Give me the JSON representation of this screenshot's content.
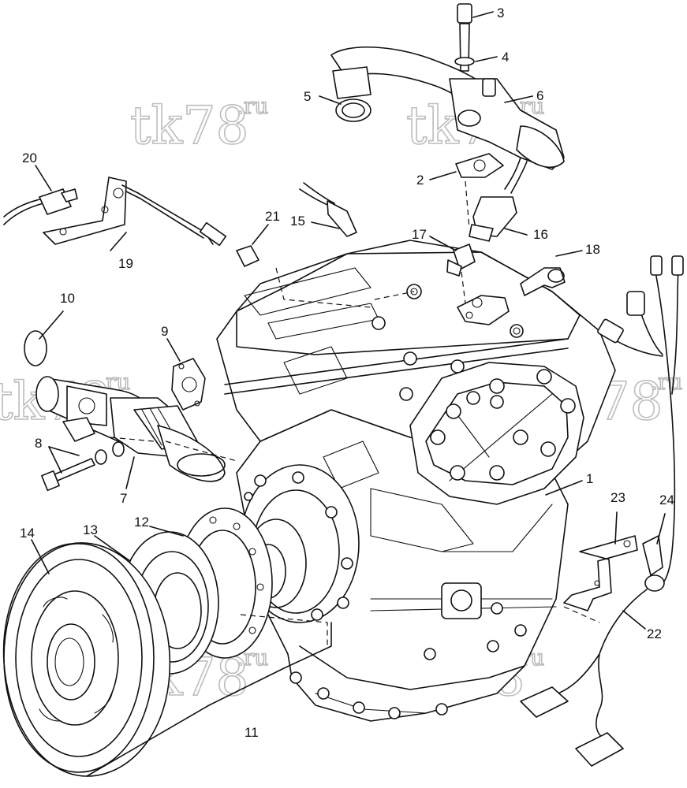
{
  "callouts": [
    {
      "id": "c1",
      "label": "1"
    },
    {
      "id": "c2",
      "label": "2"
    },
    {
      "id": "c3",
      "label": "3"
    },
    {
      "id": "c4",
      "label": "4"
    },
    {
      "id": "c5",
      "label": "5"
    },
    {
      "id": "c6",
      "label": "6"
    },
    {
      "id": "c7",
      "label": "7"
    },
    {
      "id": "c8",
      "label": "8"
    },
    {
      "id": "c9",
      "label": "9"
    },
    {
      "id": "c10",
      "label": "10"
    },
    {
      "id": "c11",
      "label": "11"
    },
    {
      "id": "c12",
      "label": "12"
    },
    {
      "id": "c13",
      "label": "13"
    },
    {
      "id": "c14",
      "label": "14"
    },
    {
      "id": "c15",
      "label": "15"
    },
    {
      "id": "c16",
      "label": "16"
    },
    {
      "id": "c17",
      "label": "17"
    },
    {
      "id": "c18",
      "label": "18"
    },
    {
      "id": "c19",
      "label": "19"
    },
    {
      "id": "c20",
      "label": "20"
    },
    {
      "id": "c21",
      "label": "21"
    },
    {
      "id": "c22",
      "label": "22"
    },
    {
      "id": "c23",
      "label": "23"
    },
    {
      "id": "c24",
      "label": "24"
    }
  ],
  "watermark": {
    "main": "tk78",
    "suffix": ".ru"
  }
}
